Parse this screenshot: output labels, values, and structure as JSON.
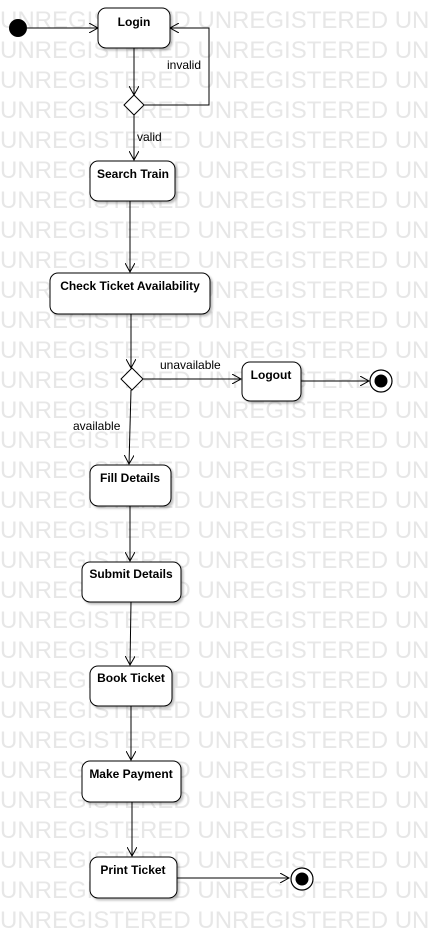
{
  "watermark": "UNREGISTERED UNREGISTERED UN",
  "nodes": {
    "login": "Login",
    "search_train": "Search Train",
    "check_ticket": "Check Ticket Availability",
    "logout": "Logout",
    "fill_details": "Fill Details",
    "submit_details": "Submit Details",
    "book_ticket": "Book Ticket",
    "make_payment": "Make Payment",
    "print_ticket": "Print Ticket"
  },
  "edge_labels": {
    "invalid": "invalid",
    "valid": "valid",
    "unavailable": "unavailable",
    "available": "available"
  }
}
